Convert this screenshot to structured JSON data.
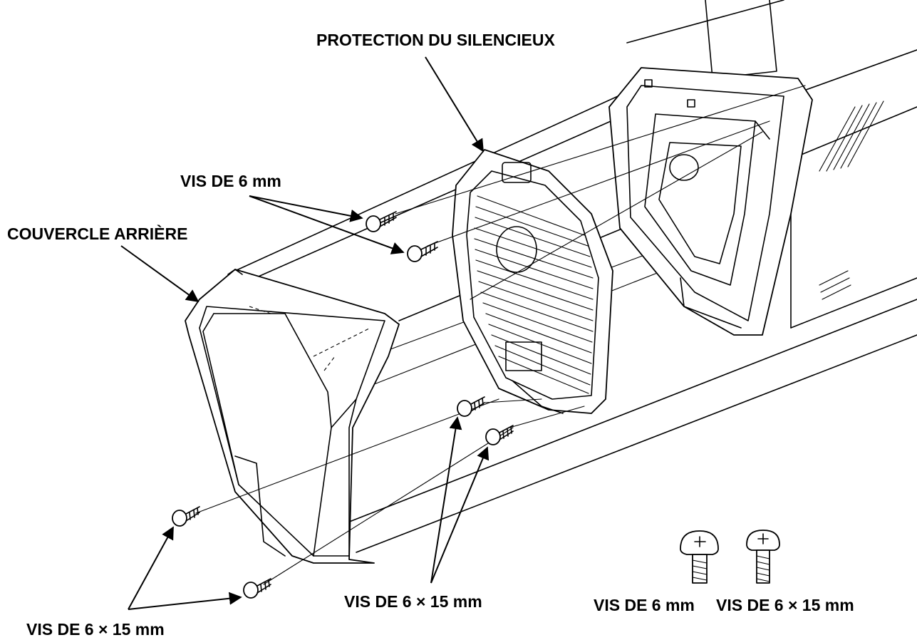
{
  "labels": {
    "muffler_protector": "PROTECTION DU SILENCIEUX",
    "screw_6mm_top": "VIS DE 6 mm",
    "rear_cover": "COUVERCLE ARRIÈRE",
    "screw_6x15_bottom_left": "VIS DE 6 × 15 mm",
    "screw_6x15_center": "VIS DE 6 × 15 mm",
    "legend_screw_6mm": "VIS DE 6 mm",
    "legend_screw_6x15": "VIS DE 6 × 15 mm"
  },
  "colors": {
    "line": "#000000",
    "background": "#ffffff"
  },
  "icons": [
    "screw-6mm-icon",
    "screw-6x15mm-icon"
  ]
}
